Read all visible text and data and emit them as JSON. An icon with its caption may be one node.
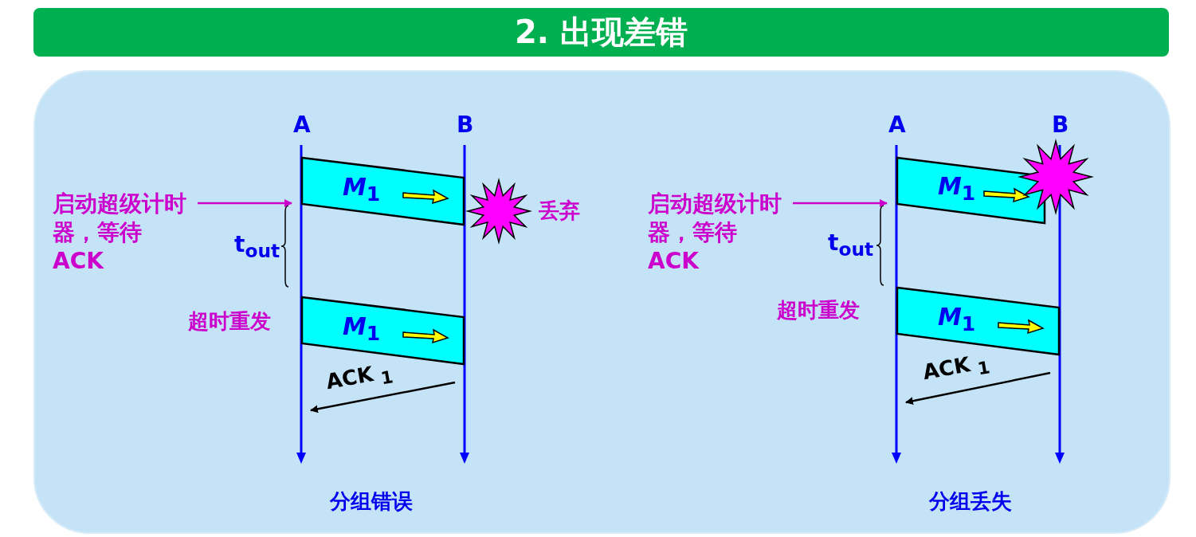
{
  "diagram": {
    "title": "2. 出现差错",
    "nodes": [
      {
        "text": [
          "A"
        ]
      },
      {
        "text": [
          "B"
        ]
      },
      {
        "text": [
          "启动超级计时器，等待 ACK"
        ]
      },
      {
        "text": [
          "*M*$_{1}$"
        ]
      },
      {
        "text": [],
        "shape": "star",
        "beside": [
          "丢弃"
        ]
      },
      {
        "text": [
          "*M*$_{1}$"
        ]
      },
      {
        "text": [
          "A"
        ]
      },
      {
        "text": [
          "B"
        ]
      },
      {
        "text": [
          "启动超级计时器，等待 ACK"
        ]
      },
      {
        "text": [
          "*M*$_{1}$"
        ]
      },
      {
        "text": [],
        "shape": "star"
      },
      {
        "text": [
          "*M*$_{1}$"
        ]
      }
    ],
    "edges": [
      {
        "from": 2,
        "to": 0,
        "arrow": "to",
        "color": "#cc00cc"
      },
      {
        "from": 1,
        "to": 0,
        "arrow": "to",
        "label": "ACK $_{1}$",
        "color": "#000000"
      },
      {
        "from": 8,
        "to": 6,
        "arrow": "to",
        "color": "#cc00cc"
      },
      {
        "from": 7,
        "to": 6,
        "arrow": "to",
        "label": "ACK $_{1}$",
        "color": "#000000"
      }
    ],
    "labels": [
      "t$_{out}$",
      "超时重发",
      "分组错误",
      "t$_{out}$",
      "超时重发",
      "分组丢失"
    ]
  }
}
